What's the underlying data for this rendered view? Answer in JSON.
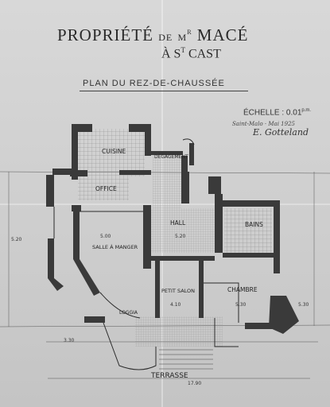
{
  "sheet": {
    "title_line1_main": "PROPRIÉTÉ",
    "title_line1_de": "DE",
    "title_line1_owner": "M",
    "title_line1_owner_sup": "R",
    "title_line1_name": "MACÉ",
    "title_line2": "À S",
    "title_line2_sup": "T",
    "title_line2_town": " CAST",
    "plan_title": "PLAN DU REZ-DE-CHAUSSÉE",
    "scale": "ÉCHELLE : 0.01",
    "scale_sup": "p.m.",
    "place_date": "Saint-Malo · Mai 1925",
    "signature": "E. Gotteland"
  },
  "rooms": {
    "cuisine": "CUISINE",
    "degagement": "DÉGAGEMENT",
    "office": "OFFICE",
    "hall": "HALL",
    "bains": "BAINS",
    "salle_a_manger": "SALLE À MANGER",
    "petit_salon": "PETIT SALON",
    "chambre": "CHAMBRE",
    "loggia": "LOGGIA",
    "terrasse": "TERRASSE"
  },
  "dimensions": {
    "salle_width": "5.00",
    "hall_width": "5.20",
    "petit_salon_width": "4.10",
    "chambre_width": "5.30",
    "loggia_left": "3.30",
    "terrasse_total": "17.90",
    "left_side": "5.20",
    "right_side": "5.30"
  },
  "colors": {
    "ink": "#2b2b2b",
    "wall": "#3a3a3a",
    "tile": "#8a8a8a",
    "paper": "#cfcfcf"
  }
}
